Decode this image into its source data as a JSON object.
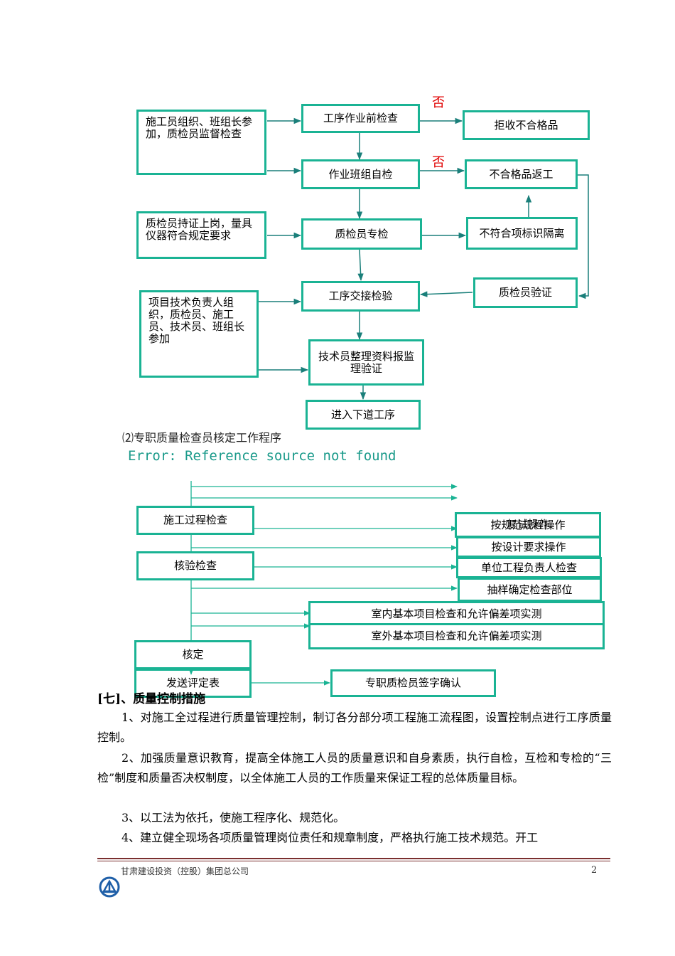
{
  "flow1": {
    "no_1": "否",
    "no_2": "否",
    "left_box_1": "施工员组织、班组长参加，质检员监督检查",
    "left_box_2": "质检员持证上岗，量具仪器符合规定要求",
    "left_box_3": "项目技术负责人组织，质检员、施工员、技术员、班组长参加",
    "step_1": "工序作业前检查",
    "step_2": "作业班组自检",
    "step_3": "质检员专检",
    "step_4": "工序交接检验",
    "step_5": "技术员整理资料报监理验证",
    "step_6": "进入下道工序",
    "right_1": "拒收不合格品",
    "right_2": "不合格品返工",
    "right_3": "不符合项标识隔离",
    "right_4": "质检员验证"
  },
  "caption": "⑵专职质量检查员核定工作程序",
  "error_text": "Error: Reference source not found",
  "flow2": {
    "left_1": "施工过程检查",
    "left_2": "核验检查",
    "left_3": "核定",
    "left_4": "发送评定表",
    "right_1": "按规范规程操作",
    "right_1_overlap": "复试操作",
    "right_2": "按设计要求操作",
    "right_3": "单位工程负责人检查",
    "right_4": "抽样确定检查部位",
    "wide_1": "室内基本项目检查和允许偏差项实测",
    "wide_2": "室外基本项目检查和允许偏差项实测",
    "sign": "专职质检员签字确认"
  },
  "section": {
    "heading": "[七]、质量控制措施",
    "paragraphs": [
      "1、对施工全过程进行质量管理控制，制订各分部分项工程施工流程图，设置控制点进行工序质量控制。",
      "2、加强质量意识教育，提高全体施工人员的质量意识和自身素质，执行自检，互检和专检的“三检”制度和质量否决权制度，以全体施工人员的工作质量来保证工程的总体质量目标。",
      "3、以工法为依托，使施工程序化、规范化。",
      "4、建立健全现场各项质量管理岗位责任和规章制度，严格执行施工技术规范。开工"
    ]
  },
  "footer": {
    "company": "甘肃建设投资（控股）集团总公司",
    "page": "2"
  },
  "colors": {
    "box_border": "#1ab394",
    "arrow": "#1a7f7a",
    "negative": "#e00000",
    "footer_rule": "#7a2e2e"
  }
}
